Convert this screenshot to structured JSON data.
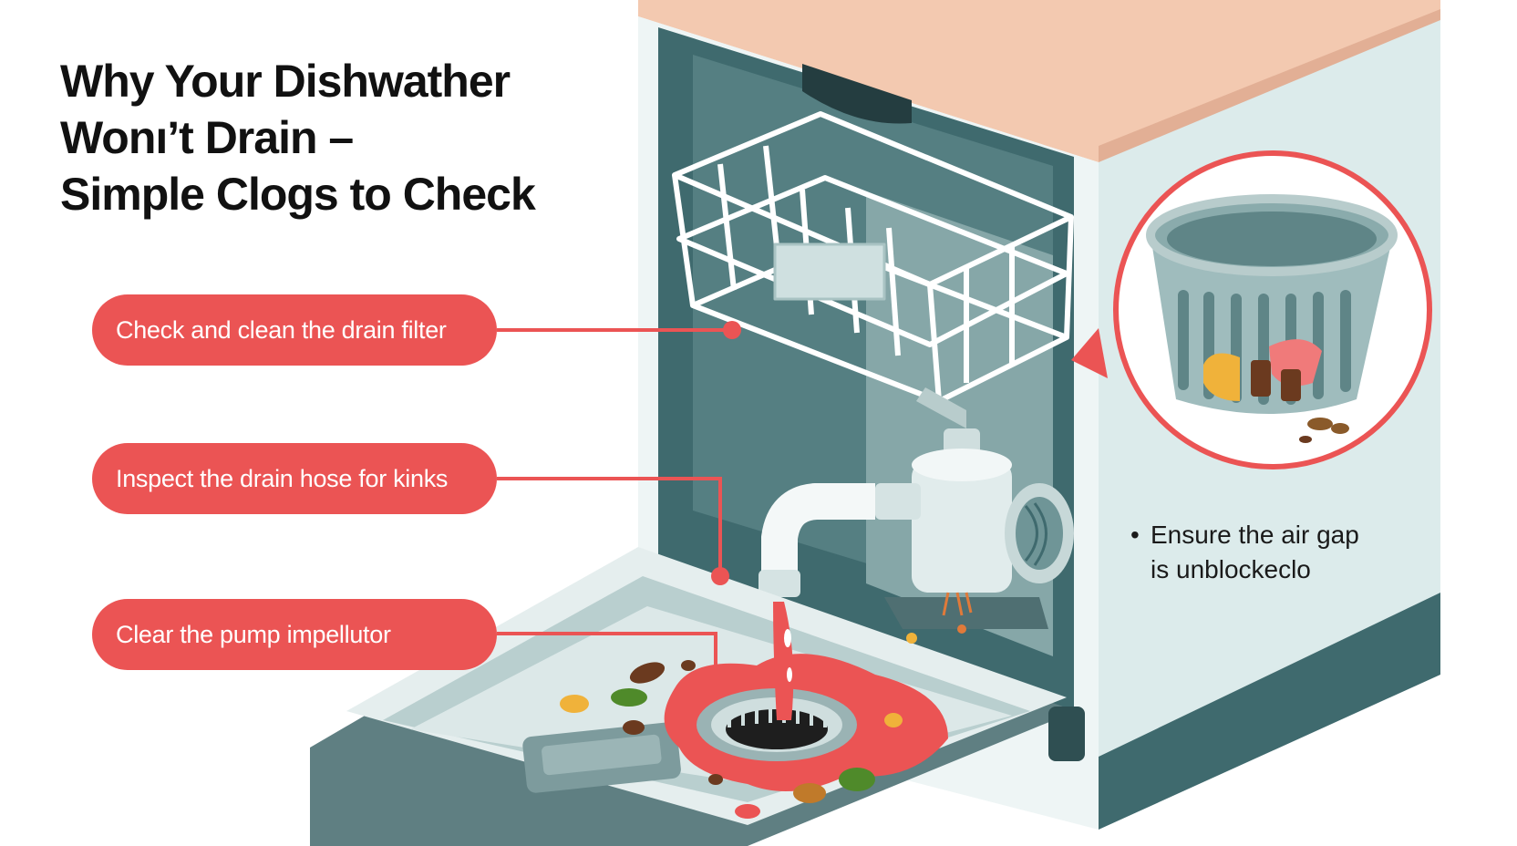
{
  "title": {
    "line1": "Why Your Dishwather",
    "line2": "Wonı’t Drain –",
    "line3": "Simple Clogs to Check"
  },
  "callouts": [
    {
      "label": "Check and clean the drain filter"
    },
    {
      "label": "Inspect the drain hose for kinks"
    },
    {
      "label": "Clear the pump impellutor"
    }
  ],
  "air_gap_note": {
    "bullet": "•",
    "line1": "Ensure the air gap",
    "line2": "is unblockeclo"
  },
  "colors": {
    "accent_red": "#eb5454",
    "teal_dark": "#3f6a6e",
    "teal_mid": "#6f9597",
    "cabinet_light": "#dcebeb",
    "countertop": "#f3c9b0",
    "food_brown": "#6b3a1f"
  },
  "icons": {
    "filter_basket": "drain-filter-basket-icon",
    "dish_rack": "dish-rack-icon",
    "drain_pump": "drain-pump-icon"
  }
}
